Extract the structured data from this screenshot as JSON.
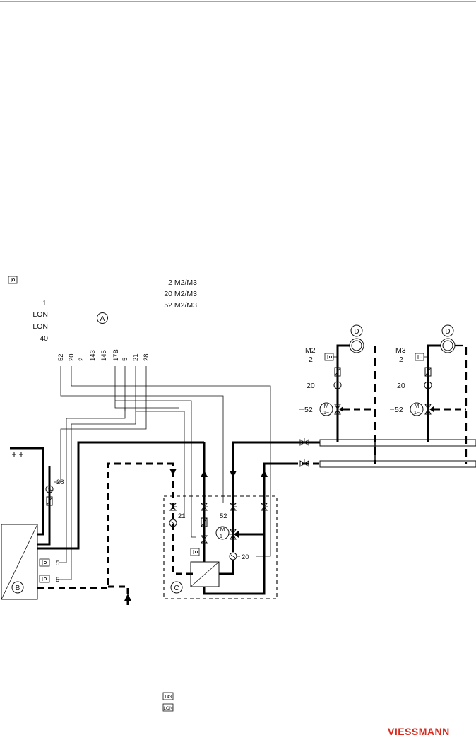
{
  "legend_top_left": {
    "items": [
      "1",
      "LON",
      "LON",
      "40"
    ]
  },
  "legend_top_right": {
    "items": [
      "2 M2/M3",
      "20 M2/M3",
      "52 M2/M3"
    ]
  },
  "circle_labels": {
    "a": "A",
    "b": "B",
    "c": "C",
    "d1": "D",
    "d2": "D"
  },
  "terminal_numbers": [
    "52",
    "20",
    "2",
    "143",
    "145",
    "17B",
    "5",
    "21",
    "28"
  ],
  "circuits": {
    "m2": {
      "name": "M2",
      "sensor": "2",
      "pump": "20",
      "mixer": "52"
    },
    "m3": {
      "name": "M3",
      "sensor": "2",
      "pump": "20",
      "mixer": "52"
    }
  },
  "components": {
    "pump_28": "28",
    "sensor_5a": "5",
    "sensor_5b": "5",
    "pump_21": "21",
    "mixer_52": "52",
    "pump_20": "20",
    "motor_symbol": "M",
    "motor_sub": "1~"
  },
  "bottom_legend": [
    "143",
    "LON"
  ],
  "brand": "VIESSMANN",
  "colors": {
    "brand": "#d9291c"
  }
}
